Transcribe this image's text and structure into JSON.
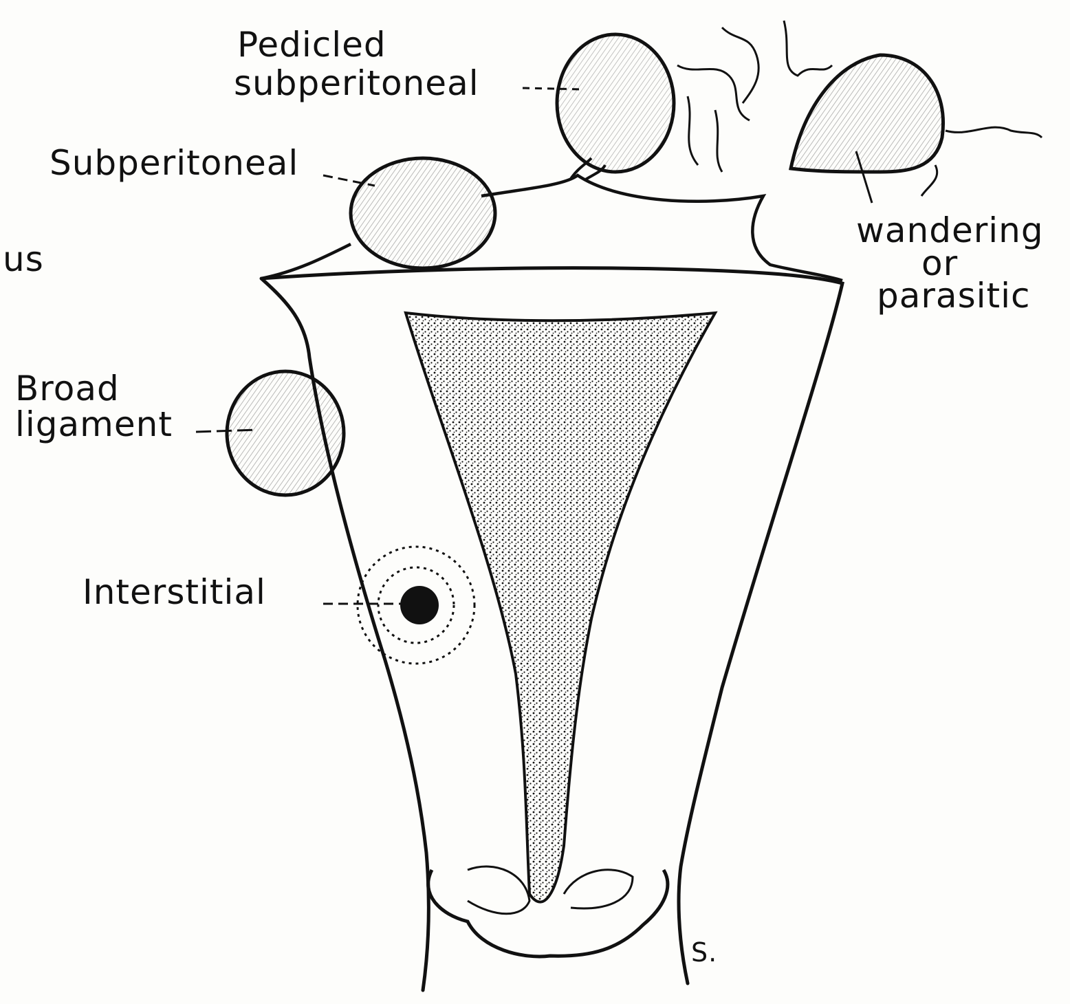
{
  "labels": {
    "partial_left": "us",
    "pedicled_line1": "Pedicled",
    "pedicled_line2": "subperitoneal",
    "subperitoneal": "Subperitoneal",
    "wandering_line1": "wandering",
    "wandering_line2": "or",
    "wandering_line3": "parasitic",
    "broad_line1": "Broad",
    "broad_line2": "ligament",
    "interstitial": "Interstitial",
    "signature": "S."
  },
  "colors": {
    "ink": "#111111",
    "paper": "#fdfdfb"
  }
}
